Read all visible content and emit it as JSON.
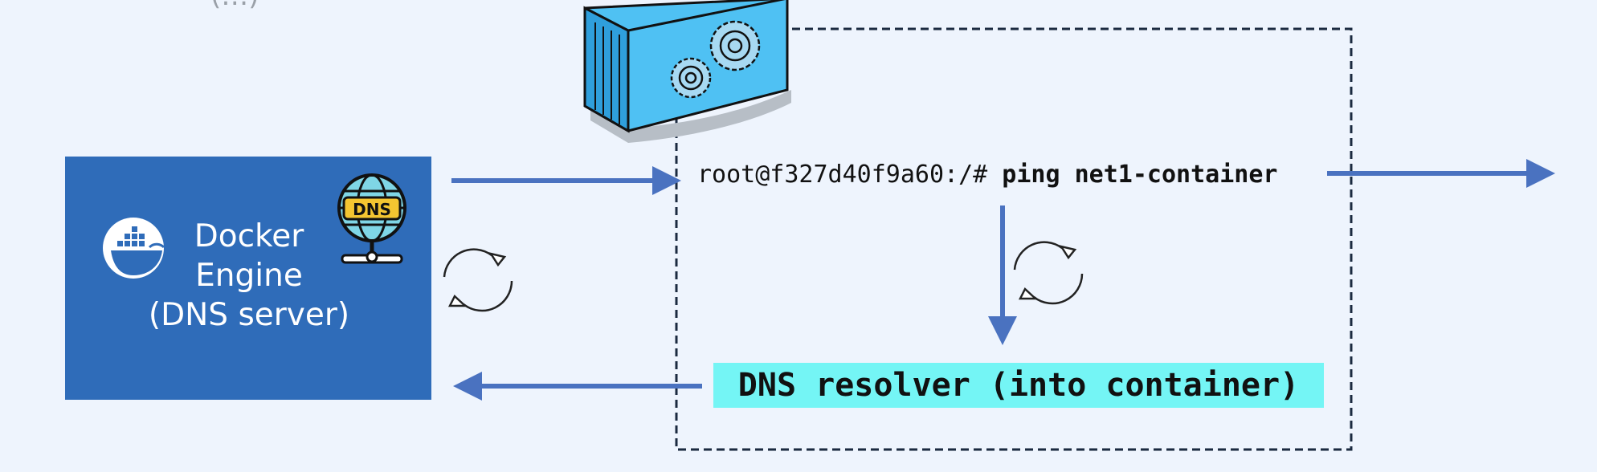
{
  "engine": {
    "line1": "Docker",
    "line2": "Engine",
    "line3": "(DNS server)"
  },
  "dns_badge": "DNS",
  "terminal": {
    "prompt": "root@f327d40f9a60:/# ",
    "command": "ping net1-container"
  },
  "resolver": {
    "label": "DNS resolver (into container)"
  },
  "top_fragment": "(…)",
  "colors": {
    "background": "#eef4fd",
    "engine_box": "#2f6cb9",
    "arrow": "#4a72c0",
    "resolver_highlight": "#74f5f5",
    "container_border": "#1b2a40"
  },
  "icons": [
    "docker-whale-icon",
    "dns-globe-icon",
    "container-gears-icon",
    "refresh-cycle-icon"
  ]
}
